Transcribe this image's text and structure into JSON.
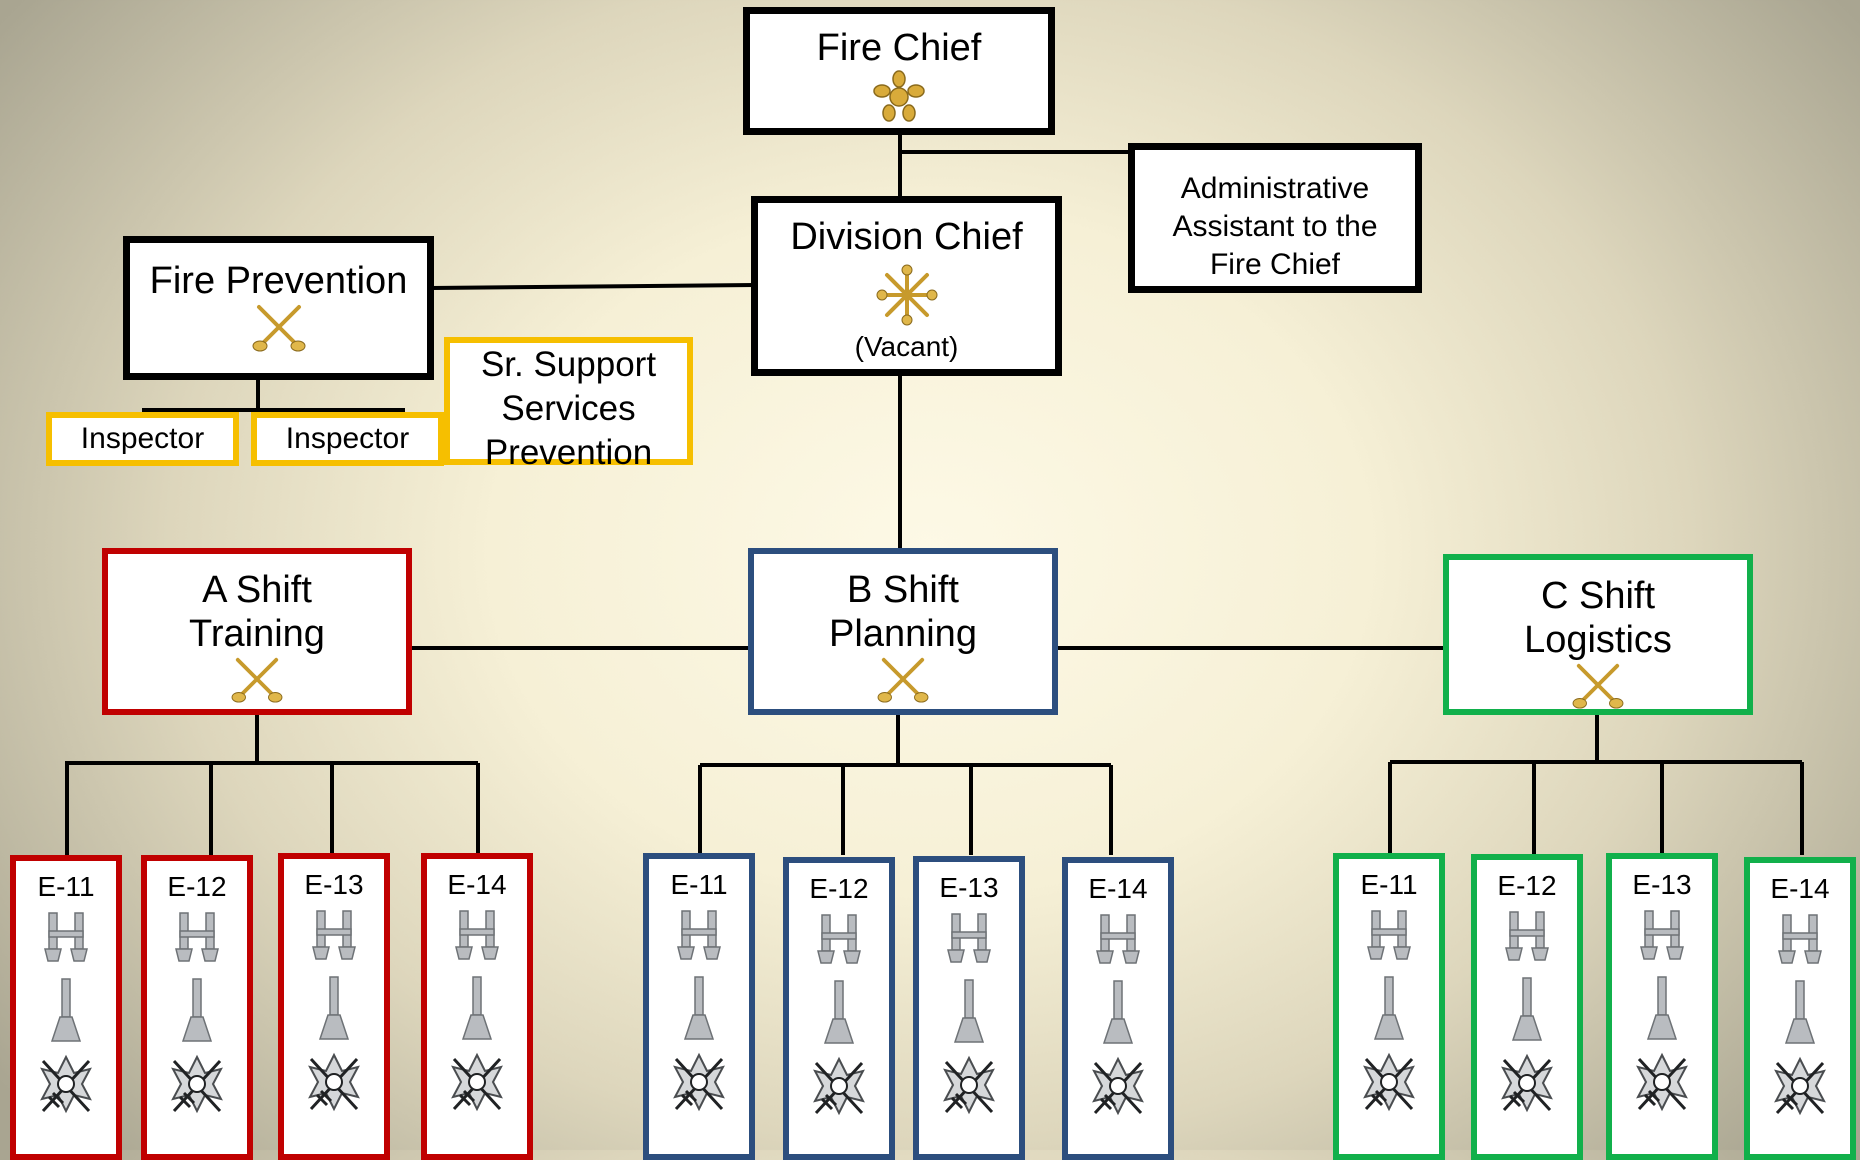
{
  "fire_chief": {
    "title": "Fire Chief",
    "insignia": "five-bugle-icon"
  },
  "admin_assistant": {
    "line1": "Administrative",
    "line2": "Assistant to the",
    "line3": "Fire Chief"
  },
  "division_chief": {
    "title": "Division Chief",
    "status": "(Vacant)",
    "insignia": "four-bugle-icon"
  },
  "fire_prevention": {
    "title": "Fire Prevention",
    "insignia": "two-bugle-icon",
    "inspectors": [
      "Inspector",
      "Inspector"
    ],
    "sr_support": {
      "line1": "Sr. Support",
      "line2": "Services",
      "line3": "Prevention"
    }
  },
  "shifts": [
    {
      "line1": "A Shift",
      "line2": "Training",
      "color": "#c00000",
      "engines": [
        "E-11",
        "E-12",
        "E-13",
        "E-14"
      ]
    },
    {
      "line1": "B Shift",
      "line2": "Planning",
      "color": "#2c4e7e",
      "engines": [
        "E-11",
        "E-12",
        "E-13",
        "E-14"
      ]
    },
    {
      "line1": "C Shift",
      "line2": "Logistics",
      "color": "#11b04b",
      "engines": [
        "E-11",
        "E-12",
        "E-13",
        "E-14"
      ]
    }
  ],
  "engine_icons": [
    "captain-bugles-icon",
    "single-bugle-icon",
    "firefighter-maltese-cross-icon"
  ]
}
